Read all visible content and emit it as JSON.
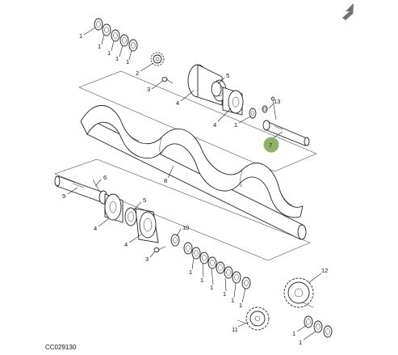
{
  "figure": {
    "code": "CC029130",
    "highlight_color": "#8fb26a",
    "arrow_color": "#707070",
    "callouts": [
      {
        "id": "c1a",
        "label": "1"
      },
      {
        "id": "c1b",
        "label": "1"
      },
      {
        "id": "c1c",
        "label": "1"
      },
      {
        "id": "c1d",
        "label": "1"
      },
      {
        "id": "c1e",
        "label": "1"
      },
      {
        "id": "c2",
        "label": "2"
      },
      {
        "id": "c3a",
        "label": "3"
      },
      {
        "id": "c4a",
        "label": "4"
      },
      {
        "id": "c5a",
        "label": "5"
      },
      {
        "id": "c4b",
        "label": "4"
      },
      {
        "id": "c1f",
        "label": "1"
      },
      {
        "id": "c13",
        "label": "13"
      },
      {
        "id": "c7",
        "label": "7"
      },
      {
        "id": "c8",
        "label": "8"
      },
      {
        "id": "c6",
        "label": "6"
      },
      {
        "id": "c9",
        "label": "9"
      },
      {
        "id": "c5b",
        "label": "5"
      },
      {
        "id": "c4c",
        "label": "4"
      },
      {
        "id": "c10",
        "label": "10"
      },
      {
        "id": "c4d",
        "label": "4"
      },
      {
        "id": "c3b",
        "label": "3"
      },
      {
        "id": "c1g",
        "label": "1"
      },
      {
        "id": "c1h",
        "label": "1"
      },
      {
        "id": "c1i",
        "label": "1"
      },
      {
        "id": "c1j",
        "label": "1"
      },
      {
        "id": "c1k",
        "label": "1"
      },
      {
        "id": "c1l",
        "label": "1"
      },
      {
        "id": "c12",
        "label": "12"
      },
      {
        "id": "c11",
        "label": "11"
      },
      {
        "id": "c1m",
        "label": "1"
      },
      {
        "id": "c1n",
        "label": "1"
      }
    ]
  }
}
